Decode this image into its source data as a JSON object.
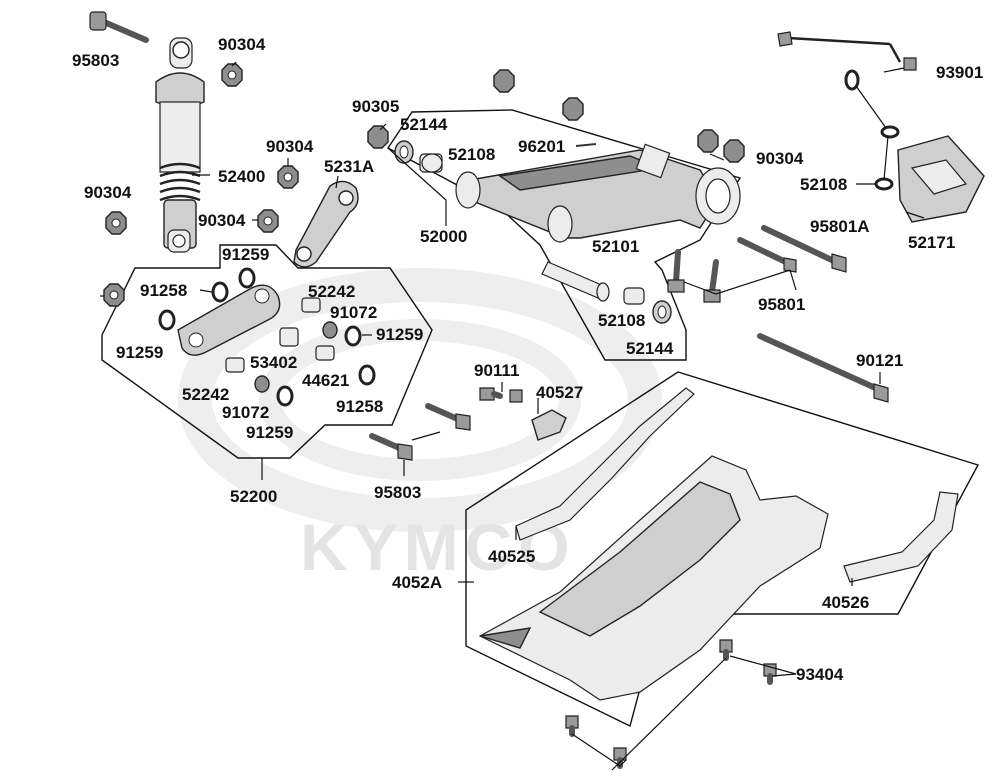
{
  "watermark": "KYMCO",
  "part_numbers": {
    "bolt_95803_top": "95803",
    "nut_90304_top": "90304",
    "shock_52400": "52400",
    "nut_90304_left": "90304",
    "nut_90304_mid": "90304",
    "nut_90304_link": "90304",
    "link_5231A": "5231A",
    "nut_90305": "90305",
    "collar_52144_top": "52144",
    "collar_52108_top": "52108",
    "pin_96201": "96201",
    "nut_90304_right": "90304",
    "swingarm_52000": "52000",
    "bolt_93901": "93901",
    "washer_52108_right": "52108",
    "bracket_52171": "52171",
    "bolt_95801A": "95801A",
    "pipe_52101": "52101",
    "collar_52108_mid": "52108",
    "collar_52144_bottom": "52144",
    "bolt_95801": "95801",
    "bolt_90121": "90121",
    "seal_91259_a": "91259",
    "seal_91258_a": "91258",
    "collar_52242_a": "52242",
    "bearing_91072_a": "91072",
    "seal_91259_b": "91259",
    "seal_91259_c": "91259",
    "collar_53402": "53402",
    "collar_44621": "44621",
    "collar_52242_b": "52242",
    "bearing_91072_b": "91072",
    "seal_91258_b": "91258",
    "seal_91259_d": "91259",
    "link_assy_52200": "52200",
    "bolt_95803_bottom": "95803",
    "bolt_90111": "90111",
    "clip_40527": "40527",
    "guard_40525": "40525",
    "cover_4052A": "4052A",
    "guard_40526": "40526",
    "bolt_93404": "93404"
  }
}
